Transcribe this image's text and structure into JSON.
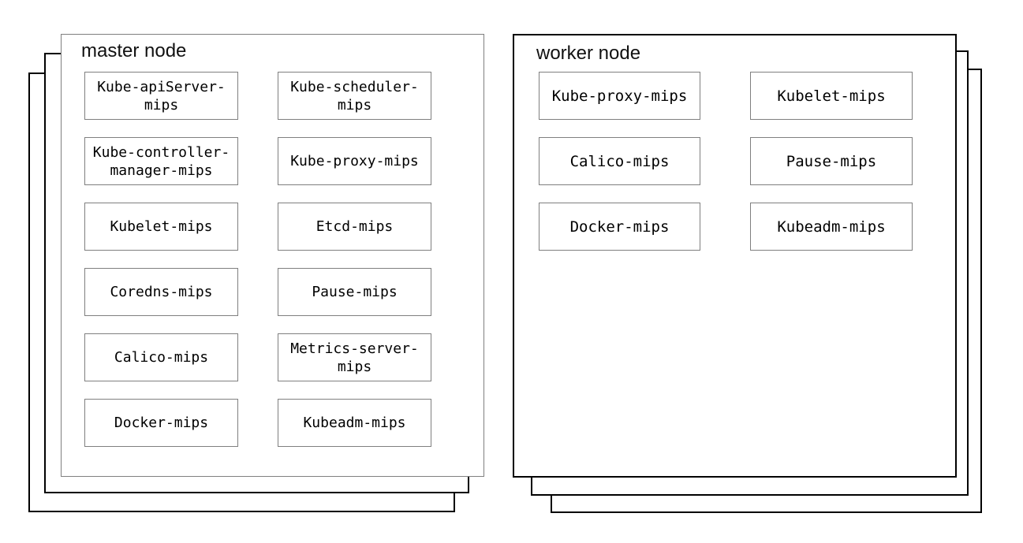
{
  "master": {
    "title": "master node",
    "components": [
      "Kube-apiServer-mips",
      "Kube-scheduler-mips",
      "Kube-controller-manager-mips",
      "Kube-proxy-mips",
      "Kubelet-mips",
      "Etcd-mips",
      "Coredns-mips",
      "Pause-mips",
      "Calico-mips",
      "Metrics-server-mips",
      "Docker-mips",
      "Kubeadm-mips"
    ],
    "stack_layer_count": 3
  },
  "worker": {
    "title": "worker node",
    "components": [
      "Kube-proxy-mips",
      "Kubelet-mips",
      "Calico-mips",
      "Pause-mips",
      "Docker-mips",
      "Kubeadm-mips"
    ],
    "stack_layer_count": 3
  },
  "colors": {
    "background": "#ffffff",
    "stack_layer_border": "#000000",
    "master_panel_border": "#7f7f7f",
    "worker_panel_border": "#000000",
    "component_box_border": "#7f7f7f",
    "text": "#000000"
  }
}
